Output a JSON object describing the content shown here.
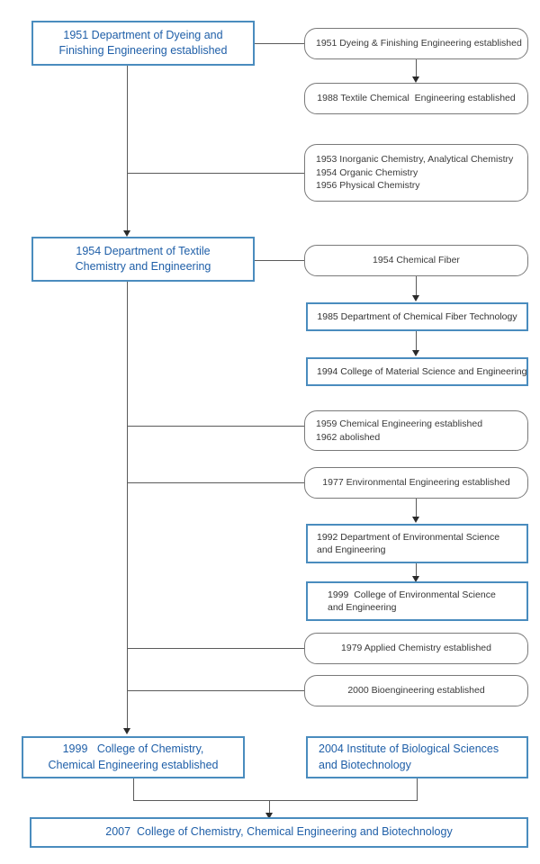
{
  "diagram": {
    "title": "College history timeline",
    "colors": {
      "accent_blue": "#4a8cbe",
      "text_blue": "#1f5fa8",
      "capsule_border": "#7a7a7a",
      "connector": "#5a5a5a",
      "background": "#ffffff"
    },
    "spine_nodes": [
      {
        "id": "n1951",
        "line1": "1951 Department of Dyeing and",
        "line2": "Finishing Engineering established"
      },
      {
        "id": "n1954",
        "line1": "1954 Department of Textile",
        "line2": "Chemistry and Engineering"
      },
      {
        "id": "n1999_college",
        "line1": "1999   College of Chemistry,",
        "line2": "Chemical Engineering established"
      }
    ],
    "institute_node": {
      "id": "n2004",
      "line1": "2004 Institute of Biological Sciences",
      "line2": "and Biotechnology"
    },
    "final_node": {
      "id": "n2007",
      "line1": "2007  College of Chemistry, Chemical Engineering and Biotechnology"
    },
    "branches": [
      {
        "id": "b_dyeing",
        "capsule": {
          "line1": "1951 Dyeing & Finishing Engineering established"
        },
        "child": {
          "line1": "1988 Textile Chemical  Engineering established"
        }
      },
      {
        "id": "b_chemistry",
        "capsule": {
          "line1": "1953 Inorganic Chemistry, Analytical Chemistry",
          "line2": "1954 Organic Chemistry",
          "line3": "1956 Physical Chemistry"
        }
      },
      {
        "id": "b_fiber",
        "capsule": {
          "line1": "1954 Chemical Fiber"
        },
        "child1": {
          "line1": "1985 Department of Chemical Fiber Technology"
        },
        "child2": {
          "line1": "1994 College of Material Science and Engineering"
        }
      },
      {
        "id": "b_chemeng",
        "capsule": {
          "line1": "1959 Chemical Engineering established",
          "line2": "1962 abolished"
        }
      },
      {
        "id": "b_environmental",
        "capsule": {
          "line1": "1977 Environmental Engineering established"
        },
        "child1": {
          "line1": "1992 Department of Environmental Science",
          "line2": "and Engineering"
        },
        "child2": {
          "line1": "1999  College of Environmental Science",
          "line2": "and Engineering"
        }
      },
      {
        "id": "b_applied",
        "capsule": {
          "line1": "1979 Applied Chemistry established"
        }
      },
      {
        "id": "b_bioeng",
        "capsule": {
          "line1": "2000 Bioengineering established"
        }
      }
    ]
  }
}
